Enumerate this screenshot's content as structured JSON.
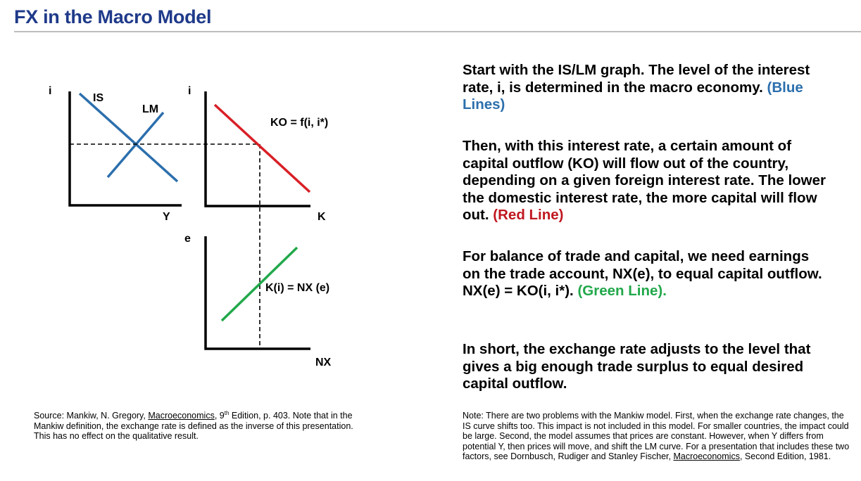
{
  "title": "FX in the Macro Model",
  "colors": {
    "is_lm": "#2c6fad",
    "ko": "#d91f26",
    "nx": "#21a84a",
    "title": "#1f3a8a"
  },
  "diagram": {
    "top_left": {
      "y_axis": "i",
      "x_axis": "Y",
      "curve_is": "IS",
      "curve_lm": "LM"
    },
    "top_right": {
      "y_axis": "i",
      "x_axis": "K",
      "curve_label": "KO = f(i, i*)"
    },
    "bottom": {
      "y_axis": "e",
      "x_axis": "NX",
      "curve_label": "K(i) = NX (e)"
    }
  },
  "paragraphs": {
    "p1": {
      "text": "Start with the IS/LM graph. The level of the interest rate, i, is determined in the macro economy.",
      "highlight": "(Blue Lines)"
    },
    "p2": {
      "text": "Then, with this interest rate, a certain amount of capital outflow (KO) will flow out of the country, depending on a given foreign interest rate. The lower the domestic interest rate, the more capital will flow out.",
      "highlight": "(Red Line)"
    },
    "p3": {
      "text": "For balance of trade and capital, we need earnings on the trade account, NX(e), to equal capital outflow. NX(e) = KO(i, i*).",
      "highlight": "(Green Line)."
    },
    "p4": {
      "text": "In short, the exchange rate adjusts to the level that gives a big enough trade surplus to equal desired capital outflow."
    }
  },
  "source": {
    "prefix": "Source:  Mankiw, N. Gregory,",
    "book": "Macroeconomics",
    "edition_num": "9",
    "edition_sup": "th",
    "suffix": "Edition, p. 403. Note that in the Mankiw definition, the exchange rate is defined as the inverse of this presentation. This has no effect on the qualitative result."
  },
  "note": {
    "text": "Note:  There are two problems with the Mankiw model. First, when the exchange rate changes, the IS curve shifts too. This impact is not included in this model. For smaller countries, the impact could be large. Second, the model assumes that prices are constant. However, when Y differs from potential Y, then prices will move, and shift the LM curve.  For a presentation that includes these two factors, see Dornbusch, Rudiger and Stanley Fischer,",
    "book": "Macroeconomics",
    "suffix": ", Second Edition, 1981."
  }
}
